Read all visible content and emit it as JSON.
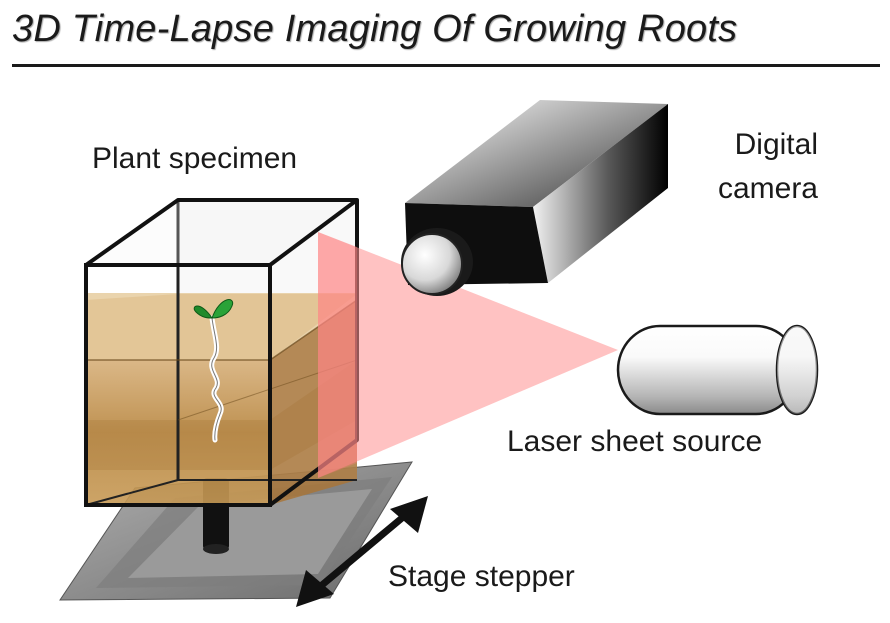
{
  "title": "3D Time-Lapse Imaging Of Growing Roots",
  "labels": {
    "plant_specimen": "Plant specimen",
    "camera_line1": "Digital",
    "camera_line2": "camera",
    "laser": "Laser sheet source",
    "stepper": "Stage stepper"
  },
  "colors": {
    "soil": "#c79a56",
    "soil_dark": "#9e6f2e",
    "laser_sheet": "#ff9a9a",
    "leaf": "#1f8a2a",
    "frame": "#111111",
    "stage": "#8c8c8c"
  }
}
